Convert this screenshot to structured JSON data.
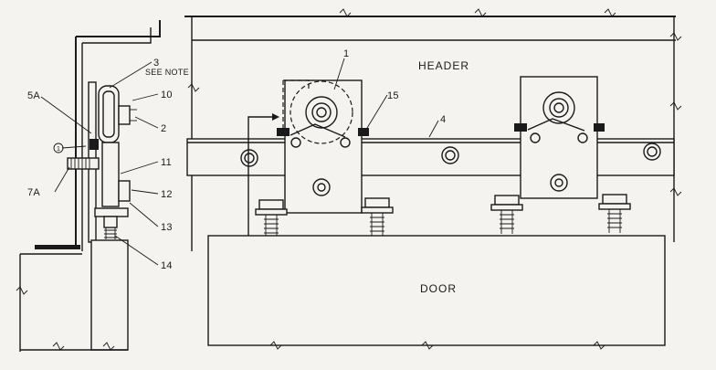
{
  "diagram": {
    "main_labels": {
      "header": "HEADER",
      "door": "DOOR"
    },
    "callouts": {
      "c1": "1",
      "c2": "2",
      "c3": "3",
      "c3_note": "SEE NOTE",
      "c4": "4",
      "c5a": "5A",
      "c7a": "7A",
      "c10": "10",
      "c11": "11",
      "c12": "12",
      "c13": "13",
      "c14": "14",
      "c15": "15",
      "circled": "1"
    }
  }
}
